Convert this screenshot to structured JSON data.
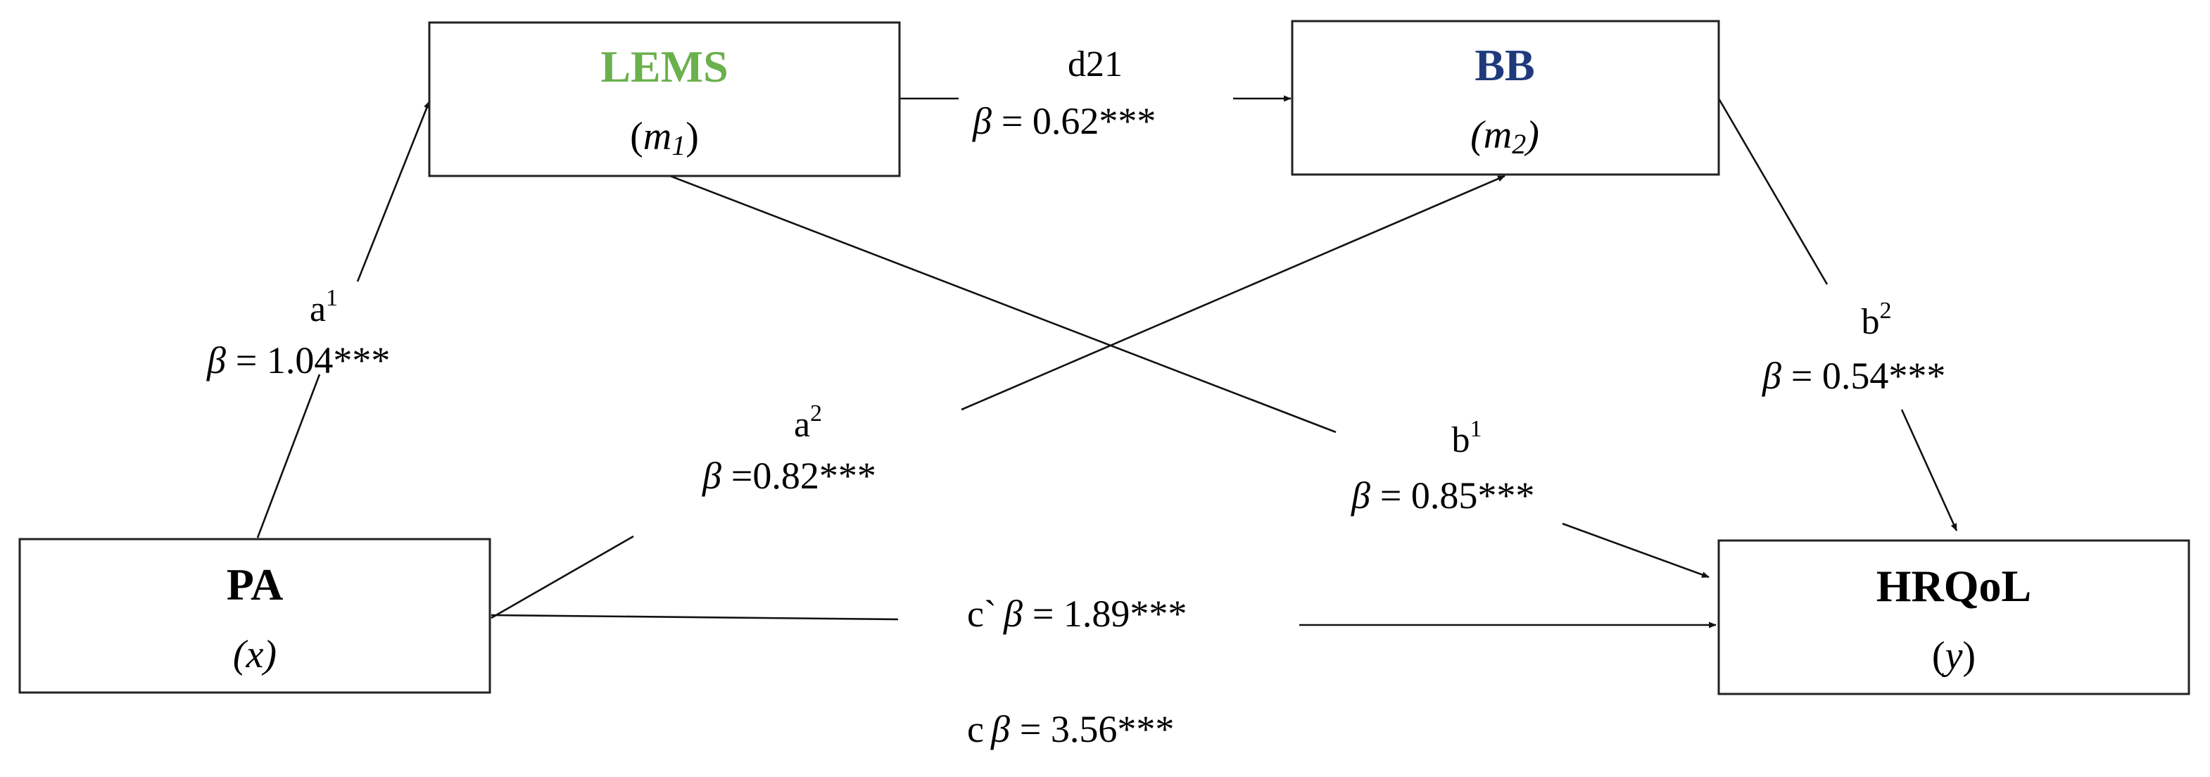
{
  "colors": {
    "lems": "#6ab04c",
    "bb": "#1f3a7a",
    "text": "#111111",
    "border": "#222222"
  },
  "nodes": {
    "lems": {
      "name": "LEMS",
      "var_open": "(",
      "var_letter": "m",
      "var_sub": "1",
      "var_close": ")"
    },
    "bb": {
      "name": "BB",
      "var_open": "(",
      "var_letter": "m",
      "var_sub": "2",
      "var_close": ")"
    },
    "pa": {
      "name": "PA",
      "var": "(x)"
    },
    "hrqol": {
      "name": "HRQoL",
      "var_open": "(",
      "var_letter": "y",
      "var_close": ")"
    }
  },
  "paths": {
    "d21": {
      "id": "d21",
      "beta": "β",
      "value": "= 0.62***"
    },
    "a1": {
      "id_letter": "a",
      "id_sup": "1",
      "beta": "β",
      "value": "= 1.04***"
    },
    "a2": {
      "id_letter": "a",
      "id_sup": "2",
      "beta": "β",
      "value": "=0.82***"
    },
    "b1": {
      "id_letter": "b",
      "id_sup": "1",
      "beta": "β",
      "value": "= 0.85***"
    },
    "b2": {
      "id_letter": "b",
      "id_sup": "2",
      "beta": "β",
      "value": "= 0.54***"
    },
    "c_prime": {
      "id": "c`",
      "beta": "β",
      "value": "= 1.89***"
    },
    "c": {
      "id": "c",
      "beta": "β",
      "value": "= 3.56***"
    }
  }
}
